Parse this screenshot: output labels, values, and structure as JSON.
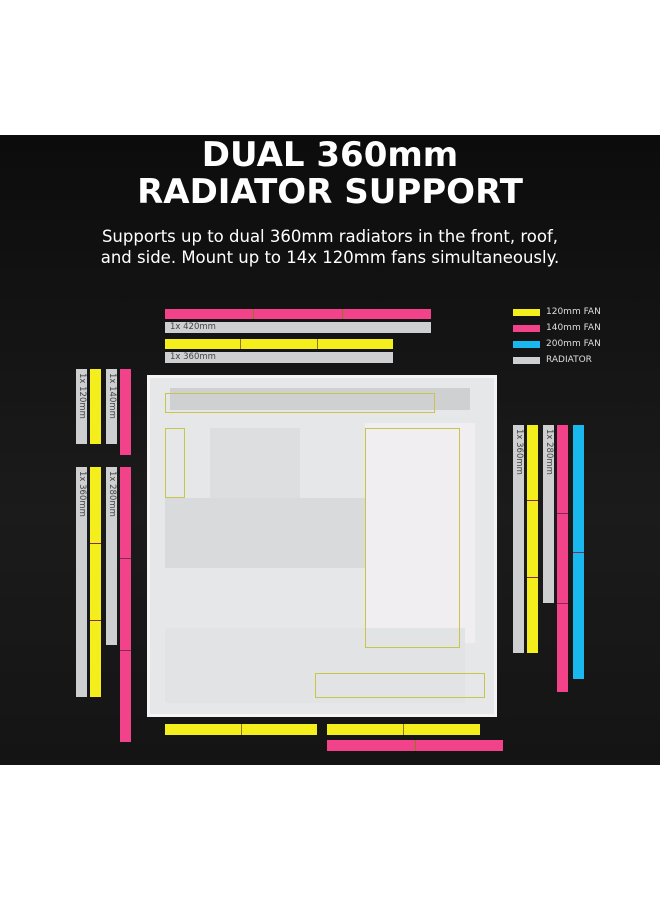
{
  "title_line1": "DUAL 360mm",
  "title_line2": "RADIATOR SUPPORT",
  "subtitle_line1": "Supports up to dual 360mm radiators in the front, roof,",
  "subtitle_line2": "and side. Mount up to 14x 120mm fans simultaneously.",
  "legend": [
    {
      "label": "120mm FAN",
      "color": "#f4ef1c"
    },
    {
      "label": "140mm FAN",
      "color": "#f2438a"
    },
    {
      "label": "200mm FAN",
      "color": "#19b9f0"
    },
    {
      "label": "RADIATOR",
      "color": "#cdcfd1"
    }
  ],
  "top": {
    "r1": "1x 420mm",
    "r2": "1x 360mm"
  },
  "left": {
    "r1": "1x 120mm",
    "r2": "1x 140mm",
    "r3": "1x 360mm",
    "r4": "1x 280mm"
  },
  "right": {
    "r1": "1x 360mm",
    "r2": "1x 280mm"
  }
}
